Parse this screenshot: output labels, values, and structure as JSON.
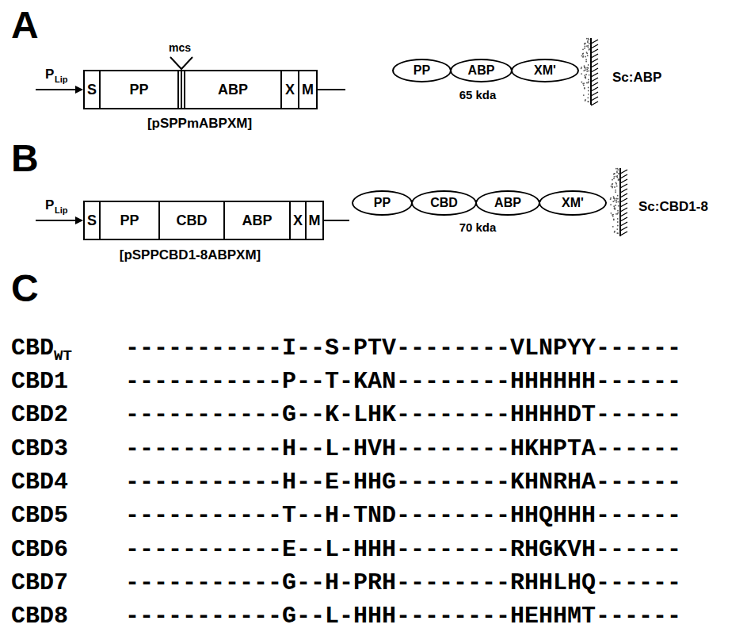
{
  "diagram": {
    "nodes": [
      {
        "text": [
          "S"
        ]
      },
      {
        "text": [
          "PP"
        ]
      },
      {
        "text": [
          "ABP"
        ]
      },
      {
        "text": [
          "X"
        ]
      },
      {
        "text": [
          "M"
        ]
      },
      {
        "text": [
          "PP"
        ]
      },
      {
        "text": [
          "ABP"
        ]
      },
      {
        "text": [
          "XM'"
        ]
      },
      {
        "text": [
          "S"
        ]
      },
      {
        "text": [
          "PP"
        ]
      },
      {
        "text": [
          "CBD"
        ]
      },
      {
        "text": [
          "ABP"
        ]
      },
      {
        "text": [
          "X"
        ]
      },
      {
        "text": [
          "M"
        ]
      },
      {
        "text": [
          "PP"
        ]
      },
      {
        "text": [
          "CBD"
        ]
      },
      {
        "text": [
          "ABP"
        ]
      },
      {
        "text": [
          "XM'"
        ]
      }
    ],
    "labels": [
      "A",
      "P",
      "Lip",
      "mcs",
      "[pSPPmABPXM]",
      "65 kda",
      "Sc:ABP",
      "B",
      "P",
      "Lip",
      "[pSPPCBD1-8ABPXM]",
      "70 kda",
      "Sc:CBD1-8",
      "C",
      "CBD",
      "WT",
      "-----------I--S-PTV--------VLNPYY------",
      "CBD1",
      "-----------P--T-KAN--------HHHHHH------",
      "CBD2",
      "-----------G--K-LHK--------HHHHDT------",
      "CBD3",
      "-----------H--L-HVH--------HKHPTA------",
      "CBD4",
      "-----------H--E-HHG--------KHNRHA------",
      "CBD5",
      "-----------T--H-TND--------HHQHHH------",
      "CBD6",
      "-----------E--L-HHH--------RHGKVH------",
      "CBD7",
      "-----------G--H-PRH--------RHHLHQ------",
      "CBD8",
      "-----------G--L-HHH--------HEHHMT------"
    ]
  }
}
